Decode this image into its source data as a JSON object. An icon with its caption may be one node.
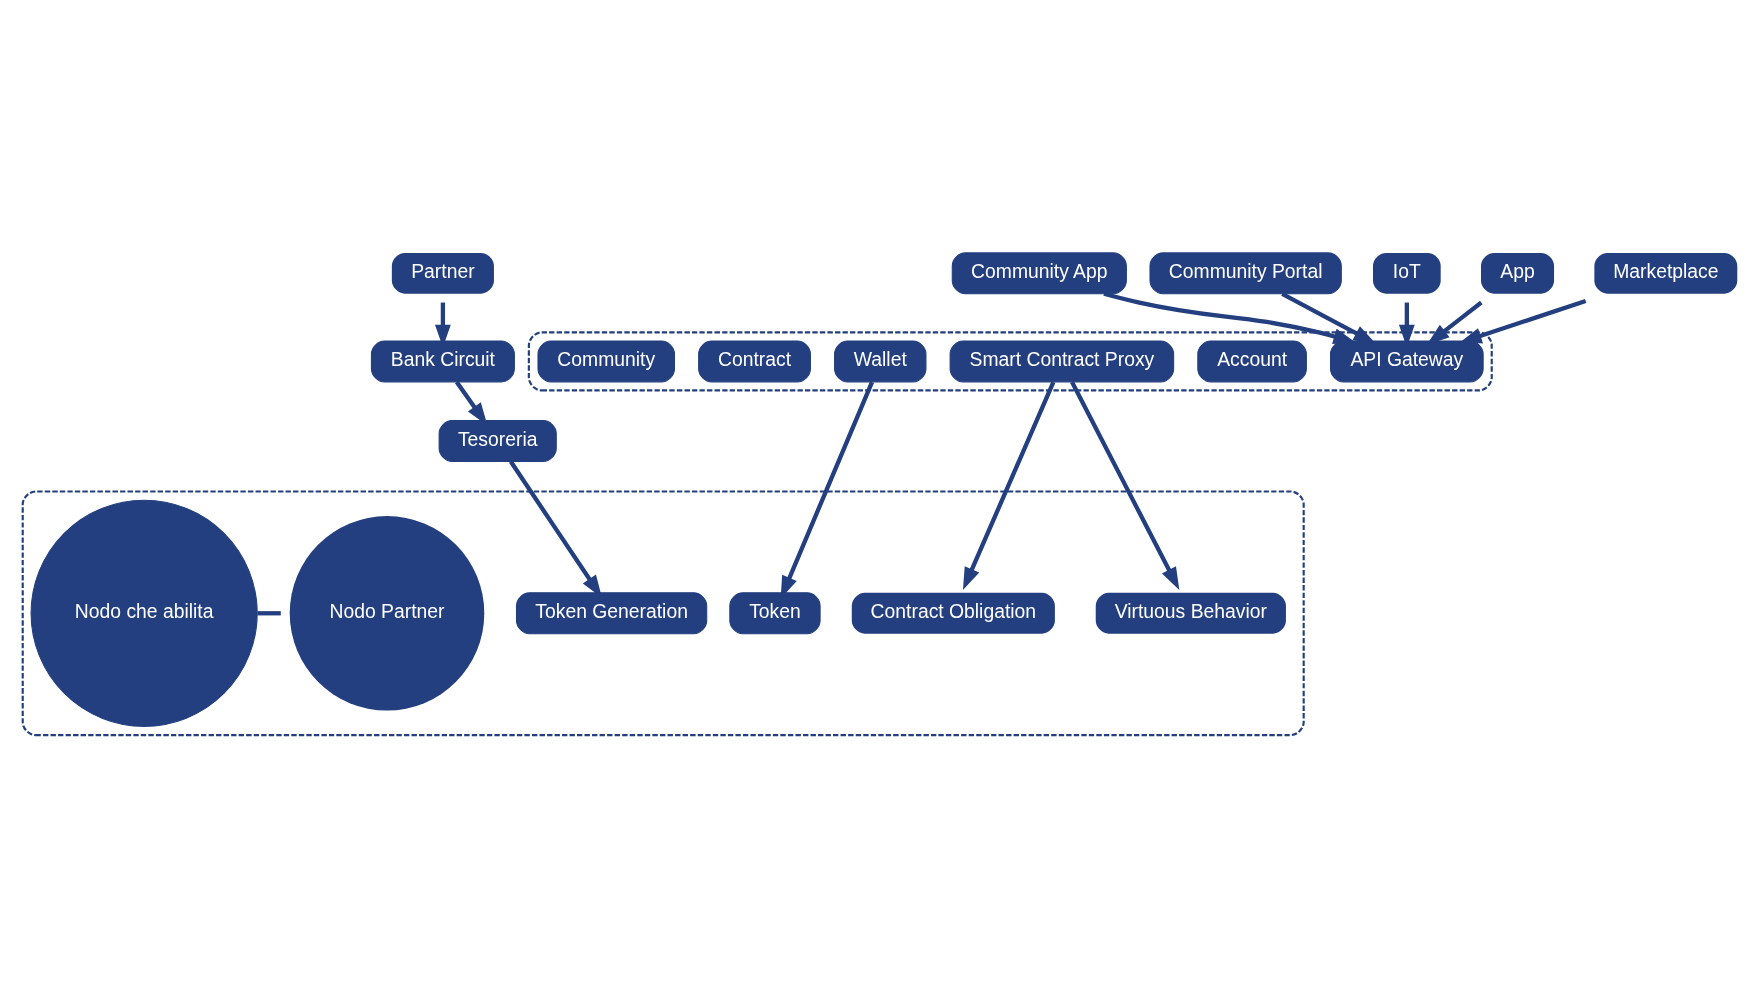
{
  "diagram": {
    "nodes": [
      {
        "text": [],
        "shape": "box"
      },
      {
        "text": [
          "Community App"
        ]
      },
      {
        "text": [
          "Community Portal"
        ]
      },
      {
        "text": [
          "IoT"
        ]
      },
      {
        "text": [
          "App"
        ]
      },
      {
        "text": [
          "Marketplace"
        ]
      },
      {
        "text": [
          "Partner"
        ]
      },
      {
        "text": [
          "Bank Circuit"
        ]
      },
      {
        "text": [
          "API Gateway"
        ],
        "in": 0
      },
      {
        "text": [
          "Account"
        ],
        "in": 0
      },
      {
        "text": [
          "Wallet"
        ],
        "in": 0
      },
      {
        "text": [
          "Smart Contract Proxy"
        ],
        "in": 0
      },
      {
        "text": [
          "Contract"
        ],
        "in": 0
      },
      {
        "text": [
          "Community"
        ],
        "in": 0
      },
      {
        "text": [
          "Tesoreria"
        ]
      },
      {
        "text": [],
        "shape": "box"
      },
      {
        "text": [
          "Token"
        ],
        "in": 15
      },
      {
        "text": [
          "Contract Obligation"
        ],
        "in": 15
      },
      {
        "text": [
          "Virtuous Behavior"
        ],
        "in": 15
      },
      {
        "text": [
          "Token Generation"
        ],
        "in": 15
      },
      {
        "text": [
          "Nodo che abilita"
        ],
        "in": 15
      },
      {
        "text": [
          "Nodo Partner"
        ],
        "in": 15
      }
    ],
    "edges": [
      {
        "from": 1,
        "to": 8,
        "arrow": "to"
      },
      {
        "from": 2,
        "to": 8,
        "arrow": "to"
      },
      {
        "from": 3,
        "to": 8,
        "arrow": "to"
      },
      {
        "from": 4,
        "to": 8,
        "arrow": "to"
      },
      {
        "from": 5,
        "to": 8,
        "arrow": "to"
      },
      {
        "from": 6,
        "to": 7,
        "arrow": "to"
      },
      {
        "from": 7,
        "to": 14,
        "arrow": "to"
      },
      {
        "from": 10,
        "to": 16,
        "arrow": "to"
      },
      {
        "from": 11,
        "to": 17,
        "arrow": "to"
      },
      {
        "from": 11,
        "to": 18,
        "arrow": "to"
      },
      {
        "from": 14,
        "to": 19,
        "arrow": "to"
      },
      {
        "from": 20,
        "to": 21,
        "arrow": "none"
      }
    ]
  }
}
